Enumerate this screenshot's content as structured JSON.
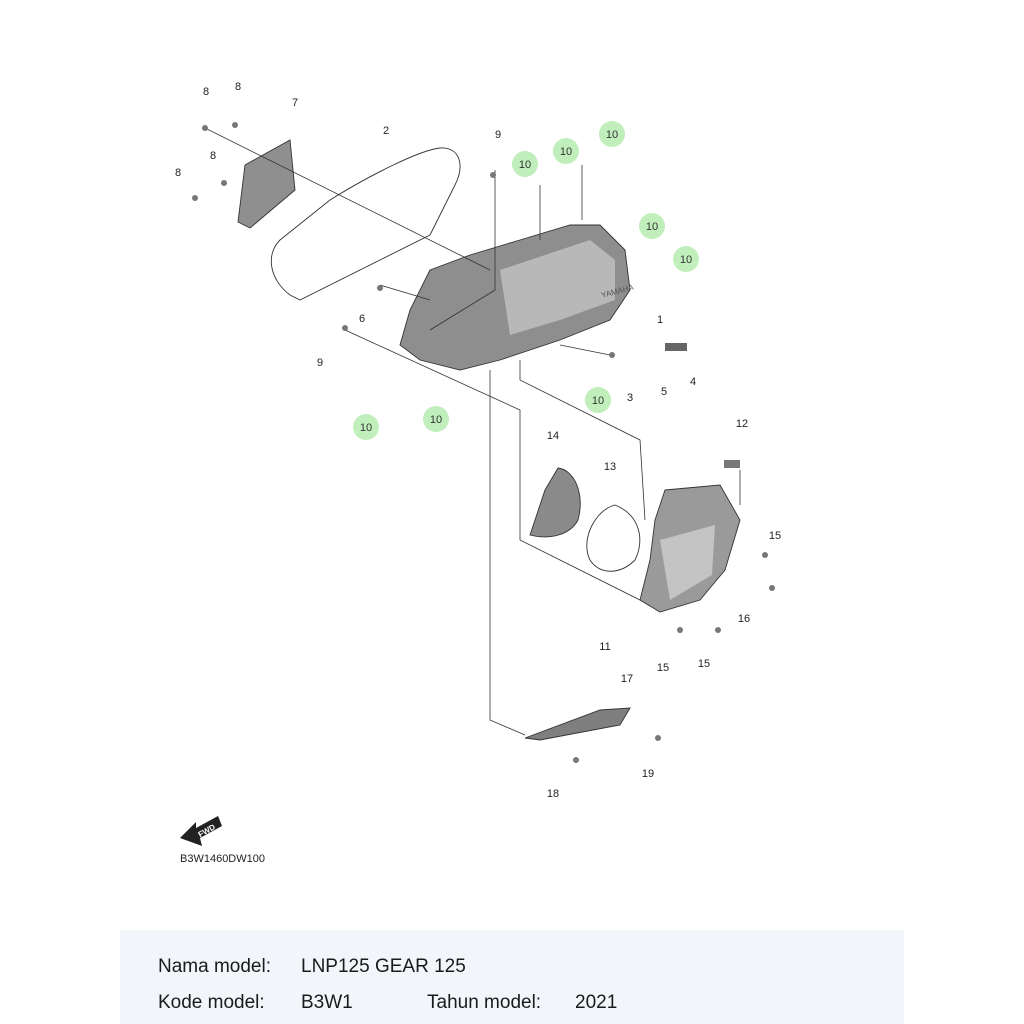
{
  "diagram": {
    "part_labels": [
      "1",
      "2",
      "3",
      "4",
      "5",
      "6",
      "7",
      "8",
      "8",
      "8",
      "8",
      "9",
      "9",
      "11",
      "12",
      "13",
      "14",
      "15",
      "15",
      "15",
      "16",
      "17",
      "18",
      "19"
    ],
    "highlighted_labels": [
      "10",
      "10",
      "10",
      "10",
      "10",
      "10",
      "10",
      "10"
    ],
    "fwd_arrow_text": "FWD",
    "emblem_text": "YAMAHA",
    "diagram_code": "B3W1460DW100",
    "highlight_color": "#b5ecb0"
  },
  "info": {
    "model_name_label": "Nama model:",
    "model_name_value": "LNP125 GEAR 125",
    "model_code_label": "Kode model:",
    "model_code_value": "B3W1",
    "model_year_label": "Tahun model:",
    "model_year_value": "2021"
  }
}
